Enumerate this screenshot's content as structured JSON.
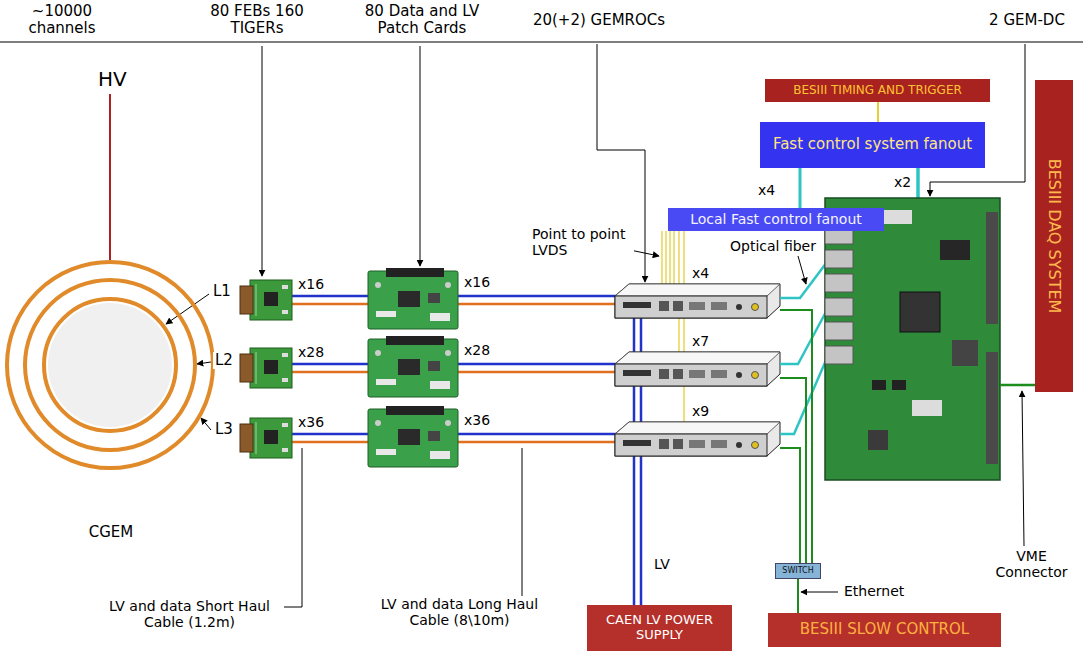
{
  "diagram": {
    "nodes": [
      {
        "text": [
          "CGEM"
        ]
      },
      {
        "text": [
          "BESIII TIMING AND TRIGGER"
        ]
      },
      {
        "text": [
          "Fast control system fanout"
        ]
      },
      {
        "text": [
          "Local Fast control fanout"
        ]
      },
      {
        "text": [
          "BESIII DAQ SYSTEM"
        ]
      },
      {
        "text": [
          "SWITCH"
        ]
      },
      {
        "text": [
          "CAEN LV POWER SUPPLY"
        ]
      },
      {
        "text": [
          "BESIII SLOW CONTROL"
        ]
      }
    ],
    "edges": [
      {
        "from": 1,
        "to": 2,
        "arrow": "none"
      },
      {
        "from": 2,
        "to": 3,
        "arrow": "none"
      },
      {
        "from": 5,
        "to": 7,
        "arrow": "none"
      }
    ],
    "labels": [
      "~10000 channels",
      "80 FEBs 160 TIGERs",
      "80 Data and LV Patch Cards",
      "20(+2) GEMROCs",
      "2 GEM-DC",
      "HV",
      "L1",
      "L2",
      "L3",
      "x16",
      "x28",
      "x36",
      "x16",
      "x28",
      "x36",
      "x4",
      "x7",
      "x9",
      "x4",
      "x2",
      "Point to point LVDS",
      "Optical fiber",
      "Ethernet",
      "VME Connector",
      "LV",
      "LV and data Short Haul Cable (1.2m)",
      "LV and data Long Haul Cable (8\\10m)"
    ]
  }
}
